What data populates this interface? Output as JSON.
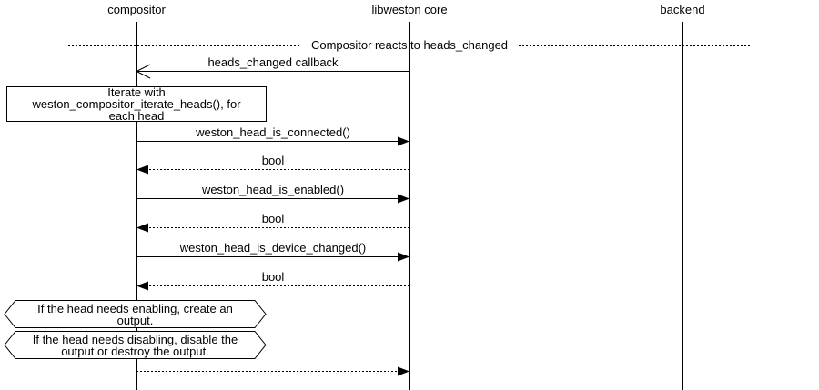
{
  "diagram": {
    "kind": "sequence-diagram",
    "participants": [
      {
        "label": "compositor"
      },
      {
        "label": "libweston core"
      },
      {
        "label": "backend"
      }
    ],
    "divider": {
      "label": "Compositor reacts to heads_changed"
    },
    "note": {
      "label": "Iterate with\nweston_compositor_iterate_heads(), for\neach head"
    },
    "messages": [
      {
        "label": "heads_changed callback",
        "from": "libweston core",
        "to": "compositor",
        "line": "solid",
        "arrowhead": "open"
      },
      {
        "label": "weston_head_is_connected()",
        "from": "compositor",
        "to": "libweston core",
        "line": "solid",
        "arrowhead": "filled"
      },
      {
        "label": "bool",
        "from": "libweston core",
        "to": "compositor",
        "line": "dotted",
        "arrowhead": "filled"
      },
      {
        "label": "weston_head_is_enabled()",
        "from": "compositor",
        "to": "libweston core",
        "line": "solid",
        "arrowhead": "filled"
      },
      {
        "label": "bool",
        "from": "libweston core",
        "to": "compositor",
        "line": "dotted",
        "arrowhead": "filled"
      },
      {
        "label": "weston_head_is_device_changed()",
        "from": "compositor",
        "to": "libweston core",
        "line": "solid",
        "arrowhead": "filled"
      },
      {
        "label": "bool",
        "from": "libweston core",
        "to": "compositor",
        "line": "dotted",
        "arrowhead": "filled"
      },
      {
        "label": "",
        "from": "compositor",
        "to": "libweston core",
        "line": "dotted",
        "arrowhead": "filled"
      }
    ],
    "conditions": [
      {
        "label": "If the head needs enabling, create an\noutput."
      },
      {
        "label": "If the head needs disabling, disable the\noutput or destroy the output."
      }
    ],
    "colors": {
      "line": "#000000",
      "text": "#000000",
      "background": "#ffffff",
      "shape_fill": "#ffffff"
    }
  }
}
